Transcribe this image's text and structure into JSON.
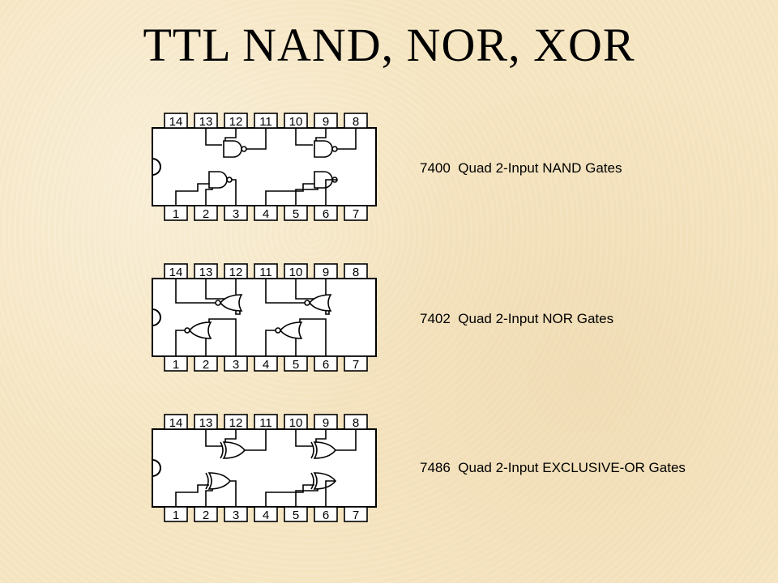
{
  "slide": {
    "title": "TTL NAND, NOR, XOR"
  },
  "chips": [
    {
      "part": "7400",
      "description": "Quad 2-Input NAND Gates",
      "gate": "nand",
      "top_pins": [
        "14",
        "13",
        "12",
        "11",
        "10",
        "9",
        "8"
      ],
      "bottom_pins": [
        "1",
        "2",
        "3",
        "4",
        "5",
        "6",
        "7"
      ]
    },
    {
      "part": "7402",
      "description": "Quad 2-Input NOR Gates",
      "gate": "nor",
      "top_pins": [
        "14",
        "13",
        "12",
        "11",
        "10",
        "9",
        "8"
      ],
      "bottom_pins": [
        "1",
        "2",
        "3",
        "4",
        "5",
        "6",
        "7"
      ]
    },
    {
      "part": "7486",
      "description": "Quad 2-Input EXCLUSIVE-OR Gates",
      "gate": "xor",
      "top_pins": [
        "14",
        "13",
        "12",
        "11",
        "10",
        "9",
        "8"
      ],
      "bottom_pins": [
        "1",
        "2",
        "3",
        "4",
        "5",
        "6",
        "7"
      ]
    }
  ]
}
